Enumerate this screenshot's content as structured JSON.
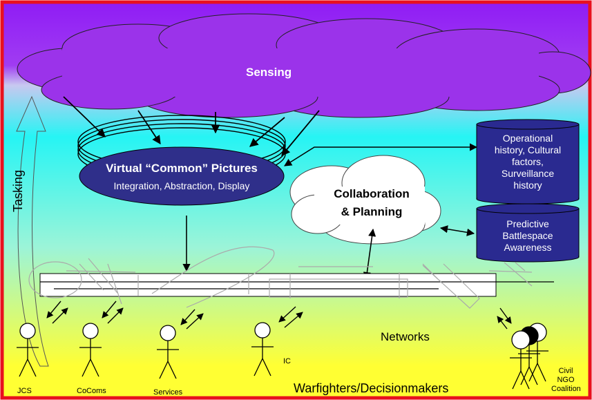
{
  "sensing": {
    "label": "Sensing"
  },
  "tasking": {
    "label": "Tasking"
  },
  "vcp": {
    "title": "Virtual “Common” Pictures",
    "subtitle": "Integration, Abstraction, Display"
  },
  "collaboration": {
    "line1": "Collaboration",
    "line2": "& Planning"
  },
  "databases": [
    {
      "lines": [
        "Operational",
        "history, Cultural",
        "factors,",
        "Surveillance",
        "history"
      ]
    },
    {
      "lines": [
        "Predictive",
        "Battlespace",
        "Awareness"
      ]
    }
  ],
  "networks": {
    "label": "Networks"
  },
  "footer": {
    "label": "Warfighters/Decisionmakers"
  },
  "actors": [
    {
      "label": "JCS"
    },
    {
      "label": "CoComs"
    },
    {
      "label": "Services"
    },
    {
      "label": "IC"
    },
    {
      "lines": [
        "Civil",
        "NGO",
        "Coalition"
      ]
    }
  ],
  "colors": {
    "frame": "#e8101e",
    "band_top": "#8f1cf5",
    "band_mid": "#26f4f4",
    "band_bottom": "#ffff33",
    "cloud_fill": "#9b33ea",
    "ellipse_fill": "#2f2f8a",
    "database_fill": "#2a2a90",
    "collab_fill": "#ffffff"
  }
}
